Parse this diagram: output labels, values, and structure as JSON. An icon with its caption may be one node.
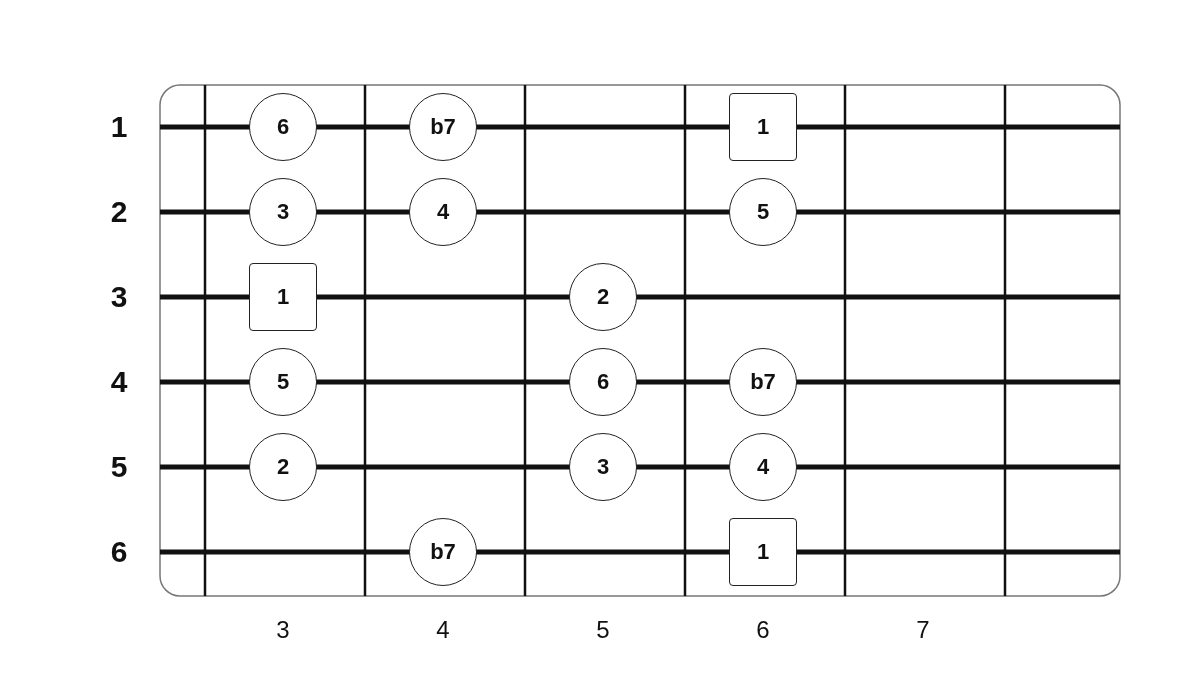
{
  "diagram": {
    "nodes": [
      {
        "text": [
          "6"
        ]
      },
      {
        "text": [
          "b7"
        ]
      },
      {
        "text": [
          "1"
        ]
      },
      {
        "text": [
          "3"
        ]
      },
      {
        "text": [
          "4"
        ]
      },
      {
        "text": [
          "5"
        ]
      },
      {
        "text": [
          "1"
        ]
      },
      {
        "text": [
          "2"
        ]
      },
      {
        "text": [
          "5"
        ]
      },
      {
        "text": [
          "6"
        ]
      },
      {
        "text": [
          "b7"
        ]
      },
      {
        "text": [
          "2"
        ]
      },
      {
        "text": [
          "3"
        ]
      },
      {
        "text": [
          "4"
        ]
      },
      {
        "text": [
          "b7"
        ]
      },
      {
        "text": [
          "1"
        ]
      }
    ],
    "labels": [
      "1",
      "2",
      "3",
      "4",
      "5",
      "6",
      "3",
      "4",
      "5",
      "6",
      "7"
    ]
  }
}
